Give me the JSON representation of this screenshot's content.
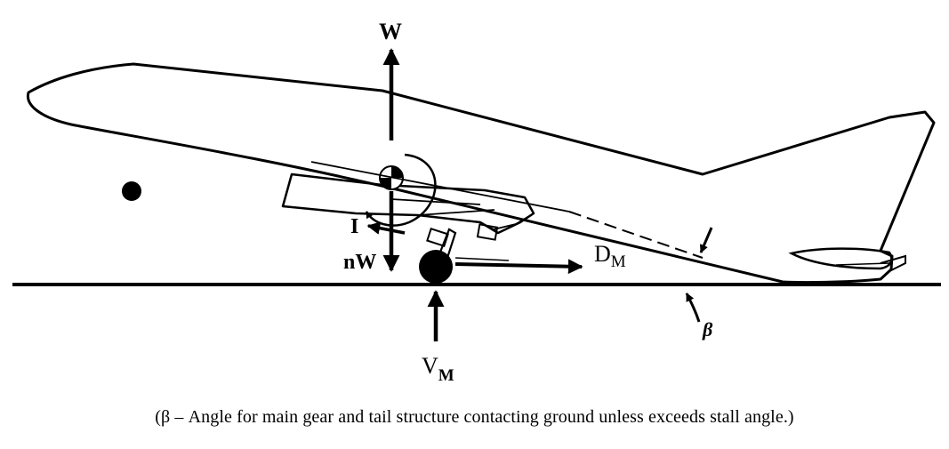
{
  "labels": {
    "weight": "W",
    "inertia": "I",
    "load_factor_weight": "nW",
    "drag_main": "D",
    "drag_main_subscript": "M",
    "vertical_main": "V",
    "vertical_main_subscript": "M",
    "beta": "β"
  },
  "caption": "(β – Angle for main gear and tail structure contacting ground unless exceeds stall angle.)"
}
